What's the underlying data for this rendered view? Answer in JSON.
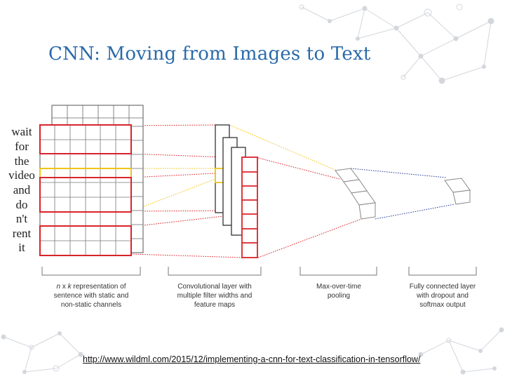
{
  "slide": {
    "title": "CNN: Moving from Images to Text",
    "words": [
      "wait",
      "for",
      "the",
      "video",
      "and",
      "do",
      "n't",
      "rent",
      "it"
    ],
    "captions": {
      "input_var1": "n",
      "input_mid": " x ",
      "input_var2": "k",
      "input_rest": " representation of",
      "input_line2": "sentence with static and",
      "input_line3": "non-static channels",
      "conv_line1": "Convolutional layer with",
      "conv_line2": "multiple filter widths and",
      "conv_line3": "feature maps",
      "pool_line1": "Max-over-time",
      "pool_line2": "pooling",
      "fc_line1": "Fully connected layer",
      "fc_line2": "with dropout and",
      "fc_line3": "softmax output"
    },
    "source_url": "http://www.wildml.com/2015/12/implementing-a-cnn-for-text-classification-in-tensorflow/"
  },
  "colors": {
    "title": "#2a6aa8",
    "red": "#d9232a",
    "yellow": "#f0c419",
    "blue": "#2b3f9e",
    "grid": "#555555",
    "decor": "#c8ccd2"
  }
}
